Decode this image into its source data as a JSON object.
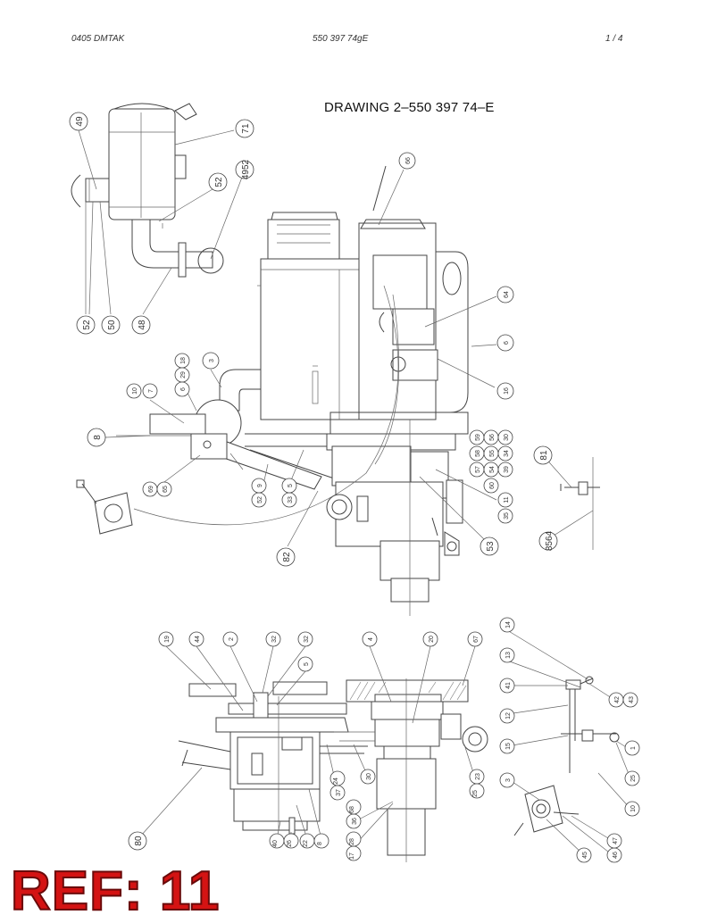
{
  "header": {
    "left": "0405   DMTAK",
    "center": "550 397 74gE",
    "right": "1 /   4"
  },
  "title": "DRAWING  2–550 397 74–E",
  "ref_label": "REF: 11",
  "callouts": {
    "c49": "49",
    "c71": "71",
    "c4952": "4952",
    "c52a": "52",
    "c52b": "52",
    "c50": "50",
    "c48": "48",
    "c66": "66",
    "c64": "64",
    "c6": "6",
    "c16": "16",
    "c18": "18",
    "c29": "29",
    "c6b": "6",
    "c3": "3",
    "c10": "10",
    "c7": "7",
    "c8": "8",
    "c69": "69",
    "c65": "65",
    "c52c": "52",
    "c9": "9",
    "c33": "33",
    "c5": "5",
    "c82": "82",
    "c53": "53",
    "c59": "59",
    "c56": "56",
    "c30": "30",
    "c58": "58",
    "c55": "55",
    "c34": "34",
    "c57": "57",
    "c54": "54",
    "c39": "39",
    "c60": "60",
    "c11": "11",
    "c35": "35",
    "c81": "81",
    "c8564": "8564",
    "c19": "19",
    "c44": "44",
    "c2": "2",
    "c32": "32",
    "c32b": "32",
    "c5b": "5",
    "c4": "4",
    "c20": "20",
    "c67": "67",
    "c14": "14",
    "c13": "13",
    "c41": "41",
    "c42": "42",
    "c43": "43",
    "c12": "12",
    "c15": "15",
    "c1": "1",
    "c25": "25",
    "c10b": "10",
    "c3b": "3",
    "c45": "45",
    "c46": "46",
    "c47": "47",
    "c23": "23",
    "c25b": "25",
    "c30b": "30",
    "c37": "37",
    "c24": "24",
    "c36": "36",
    "c68": "68",
    "c17": "17",
    "c28": "28",
    "c40": "40",
    "c26": "26",
    "c22": "22",
    "c8b": "8",
    "c80": "80"
  }
}
